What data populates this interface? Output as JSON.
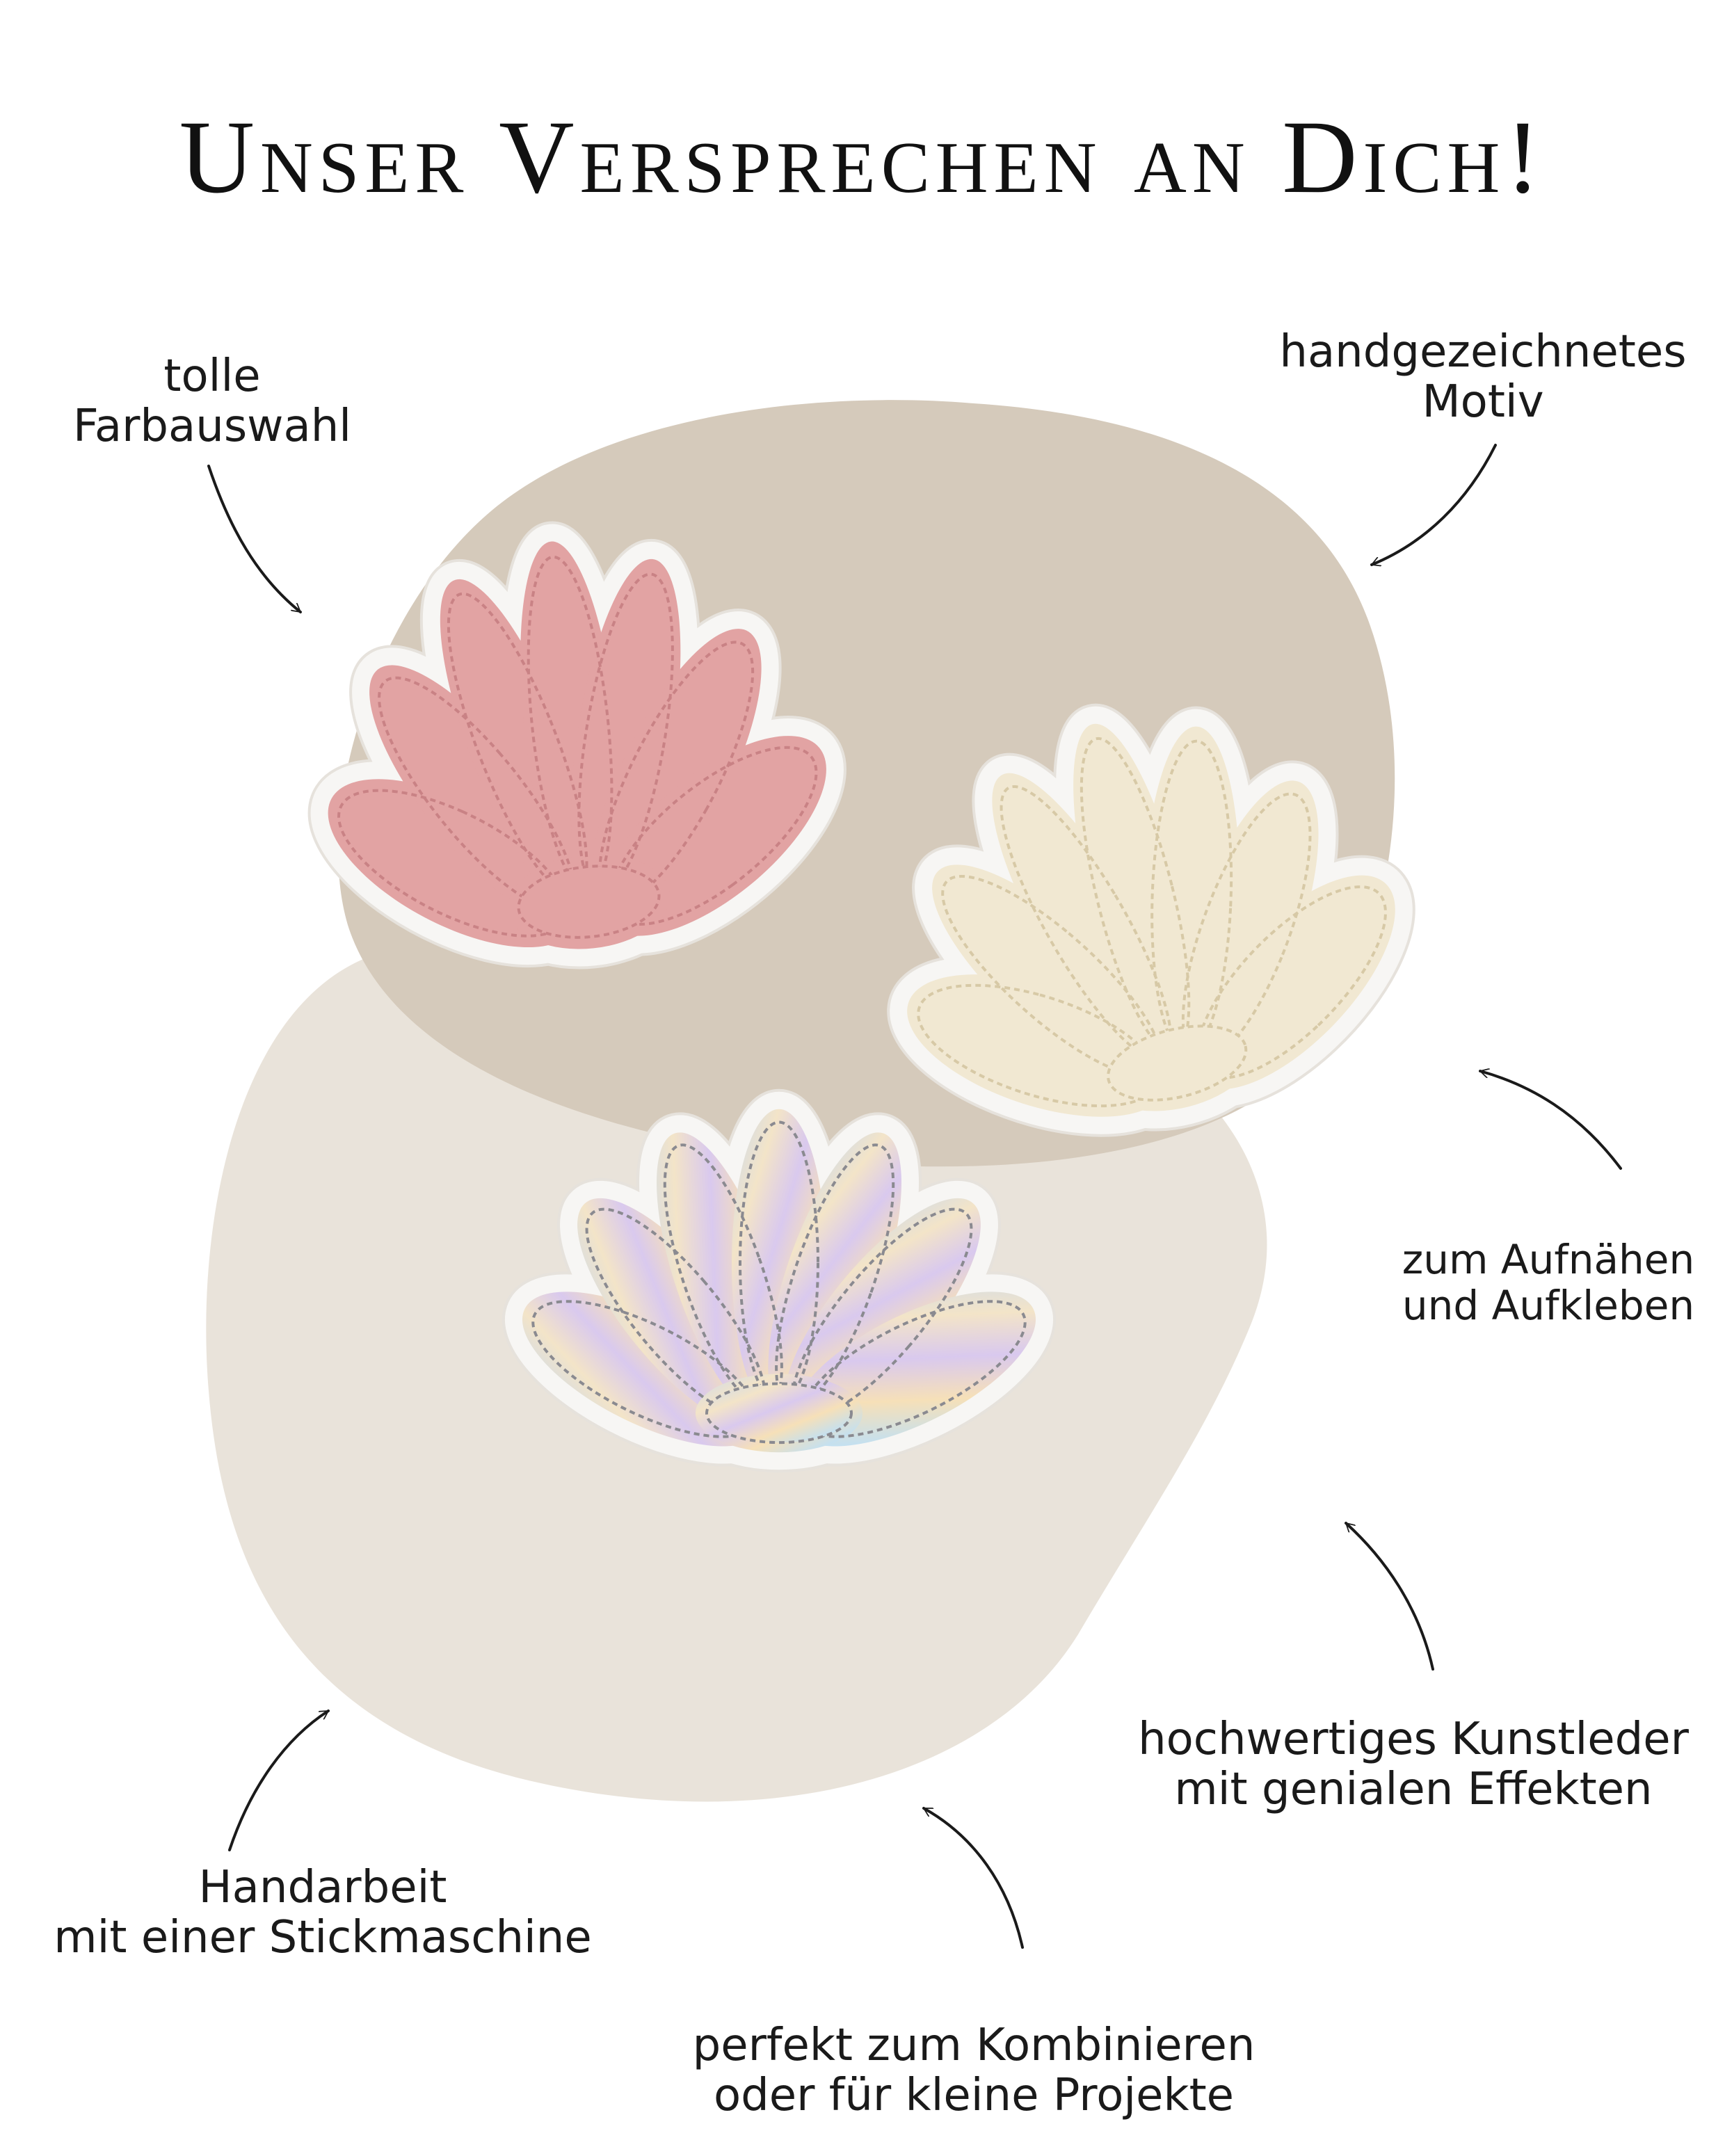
{
  "title": "Unser Versprechen an Dich!",
  "features": [
    {
      "id": "farbauswahl",
      "lines": [
        "tolle",
        "Farbauswahl"
      ]
    },
    {
      "id": "motiv",
      "lines": [
        "handgezeichnetes",
        "Motiv"
      ]
    },
    {
      "id": "aufnaehen",
      "lines": [
        "zum Aufnähen",
        "und Aufkleben"
      ]
    },
    {
      "id": "kunstleder",
      "lines": [
        "hochwertiges Kunstleder",
        "mit genialen Effekten"
      ]
    },
    {
      "id": "handarbeit",
      "lines": [
        "Handarbeit",
        "mit einer Stickmaschine"
      ]
    },
    {
      "id": "kombinieren",
      "lines": [
        "perfekt zum Kombinieren",
        "oder für kleine Projekte"
      ]
    }
  ],
  "colors": {
    "blob_dark": "#d5cabb",
    "blob_light": "#e9e3da",
    "felt": "#f7f6f4",
    "pink": "#e2a3a3",
    "pink_stitch": "#c98285",
    "cream": "#f1e8d2",
    "cream_stitch": "#d7c9a6",
    "holo_stitch": "#8a8a90",
    "text": "#1a1a1a"
  },
  "shells": [
    {
      "name": "pink-shell",
      "color": "pink"
    },
    {
      "name": "cream-shell",
      "color": "cream"
    },
    {
      "name": "holographic-shell",
      "color": "holographic"
    }
  ]
}
